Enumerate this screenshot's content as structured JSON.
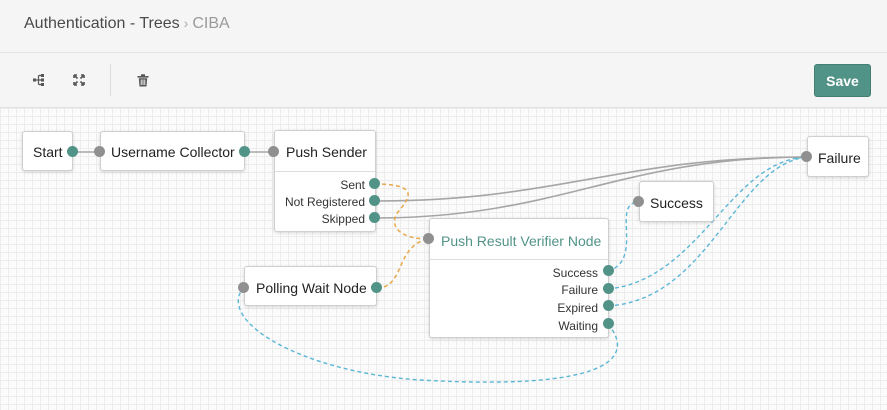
{
  "breadcrumb": {
    "parent": "Authentication - Trees",
    "separator": "›",
    "current": "CIBA"
  },
  "toolbar": {
    "save_label": "Save",
    "icons": [
      "tree-layout-icon",
      "fullscreen-icon",
      "trash-icon"
    ]
  },
  "colors": {
    "accent": "#519387",
    "connector": "#a6a6a6",
    "outcome_link": "#5bb6d6",
    "selected_link": "#e8a84a"
  },
  "nodes": {
    "start": {
      "label": "Start"
    },
    "username_collector": {
      "label": "Username Collector"
    },
    "push_sender": {
      "label": "Push Sender",
      "outcomes": [
        "Sent",
        "Not Registered",
        "Skipped"
      ]
    },
    "polling_wait": {
      "label": "Polling Wait Node"
    },
    "push_verifier": {
      "label": "Push Result Verifier Node",
      "outcomes": [
        "Success",
        "Failure",
        "Expired",
        "Waiting"
      ]
    },
    "success": {
      "label": "Success"
    },
    "failure": {
      "label": "Failure"
    }
  }
}
